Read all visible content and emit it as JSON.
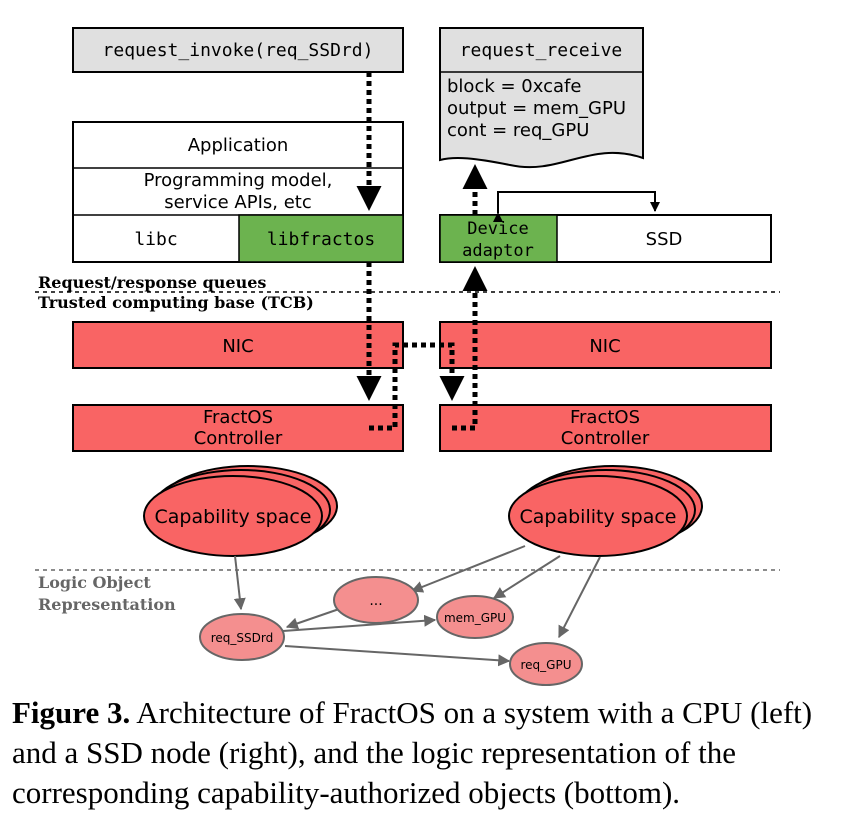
{
  "left": {
    "request_box": "request_invoke(req_SSDrd)",
    "application": "Application",
    "programming_line1": "Programming model,",
    "programming_line2": "service APIs, etc",
    "libc": "libc",
    "libfractos": "libfractos",
    "nic": "NIC",
    "controller_line1": "FractOS",
    "controller_line2": "Controller",
    "capability_space": "Capability space"
  },
  "right": {
    "request_box": "request_receive",
    "receive_lines": [
      "block = 0xcafe",
      "output = mem_GPU",
      "cont = req_GPU"
    ],
    "device_adaptor_line1": "Device",
    "device_adaptor_line2": "adaptor",
    "ssd": "SSD",
    "nic": "NIC",
    "controller_line1": "FractOS",
    "controller_line2": "Controller",
    "capability_space": "Capability space"
  },
  "labels": {
    "queues": "Request/response queues",
    "tcb": "Trusted computing base (TCB)",
    "logic_line1": "Logic Object",
    "logic_line2": "Representation"
  },
  "objects": {
    "dots": "...",
    "mem_gpu": "mem_GPU",
    "req_ssdrd": "req_SSDrd",
    "req_gpu": "req_GPU"
  },
  "colors": {
    "green": "#6cb34f",
    "red": "#f96464",
    "light_red": "#f48f8f",
    "gray": "#e0e0e0",
    "label_gray": "#666666"
  },
  "caption": {
    "label": "Figure 3.",
    "text": " Architecture of FractOS on a system with a CPU (left) and a SSD node (right), and the logic representation of the corresponding capability-authorized objects (bottom)."
  }
}
